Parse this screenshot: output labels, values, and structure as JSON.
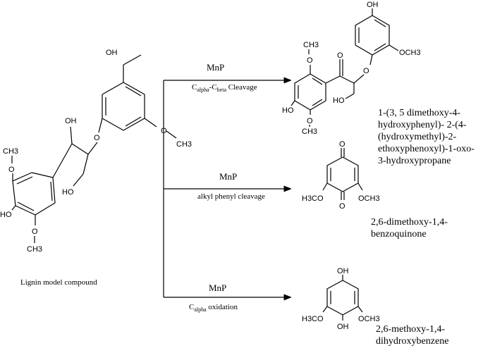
{
  "reactant": {
    "caption": "Lignin model compound",
    "atoms": {
      "oh_top": "OH",
      "o_ether": "O",
      "o_methoxy_b": "O",
      "ch3_b": "CH3",
      "ho_side": "HO",
      "oh_alpha": "OH",
      "ho_ring_a": "HO",
      "o_methoxy_a1": "O",
      "ch3_a1": "CH3",
      "o_methoxy_a2": "O",
      "ch3_a2": "CH3"
    }
  },
  "reactions": [
    {
      "enzyme": "MnP",
      "condition": "Calpha-Cbeta Cleavage",
      "cond_main": "C",
      "cond_sub1": "alpha",
      "cond_mid": "-C",
      "cond_sub2": "beta",
      "cond_tail": " Cleavage"
    },
    {
      "enzyme": "MnP",
      "condition": "alkyl phenyl cleavage"
    },
    {
      "enzyme": "MnP",
      "condition": "Calpha oxidation",
      "cond_main": "C",
      "cond_sub1": "alpha",
      "cond_tail": " oxidation"
    }
  ],
  "products": [
    {
      "name": "1-(3, 5 dimethoxy-4-hydroxyphenyl)- 2-(4-(hydroxymethyl)-2-ethoxyphenoxyl)-1-oxo-3-hydroxypropane",
      "lines": [
        "1-(3, 5 dimethoxy-4-",
        "hydroxyphenyl)- 2-(4-",
        "(hydroxymethyl)-2-",
        "ethoxyphenoxyl)-1-oxo-",
        "3-hydroxypropane"
      ],
      "atoms": {
        "oh_top": "OH",
        "och3_right": "OCH3",
        "o_ketone": "O",
        "o_ether": "O",
        "ch3_top": "CH3",
        "o_top": "O",
        "ho_ring": "HO",
        "o_bottom": "O",
        "ch3_bottom": "CH3",
        "ho_side": "HO"
      }
    },
    {
      "name": "2,6-dimethoxy-1,4-benzoquinone",
      "lines": [
        "2,6-dimethoxy-1,4-",
        "benzoquinone"
      ],
      "atoms": {
        "o_top": "O",
        "o_bottom": "O",
        "h3co": "H3CO",
        "och3": "OCH3"
      }
    },
    {
      "name": "2,6-methoxy-1,4-dihydroxybenzene",
      "lines": [
        "2,6-methoxy-1,4-",
        "dihydroxybenzene"
      ],
      "atoms": {
        "oh_top": "OH",
        "oh_bottom": "OH",
        "h3co": "H3CO",
        "och3": "OCH3"
      }
    }
  ]
}
